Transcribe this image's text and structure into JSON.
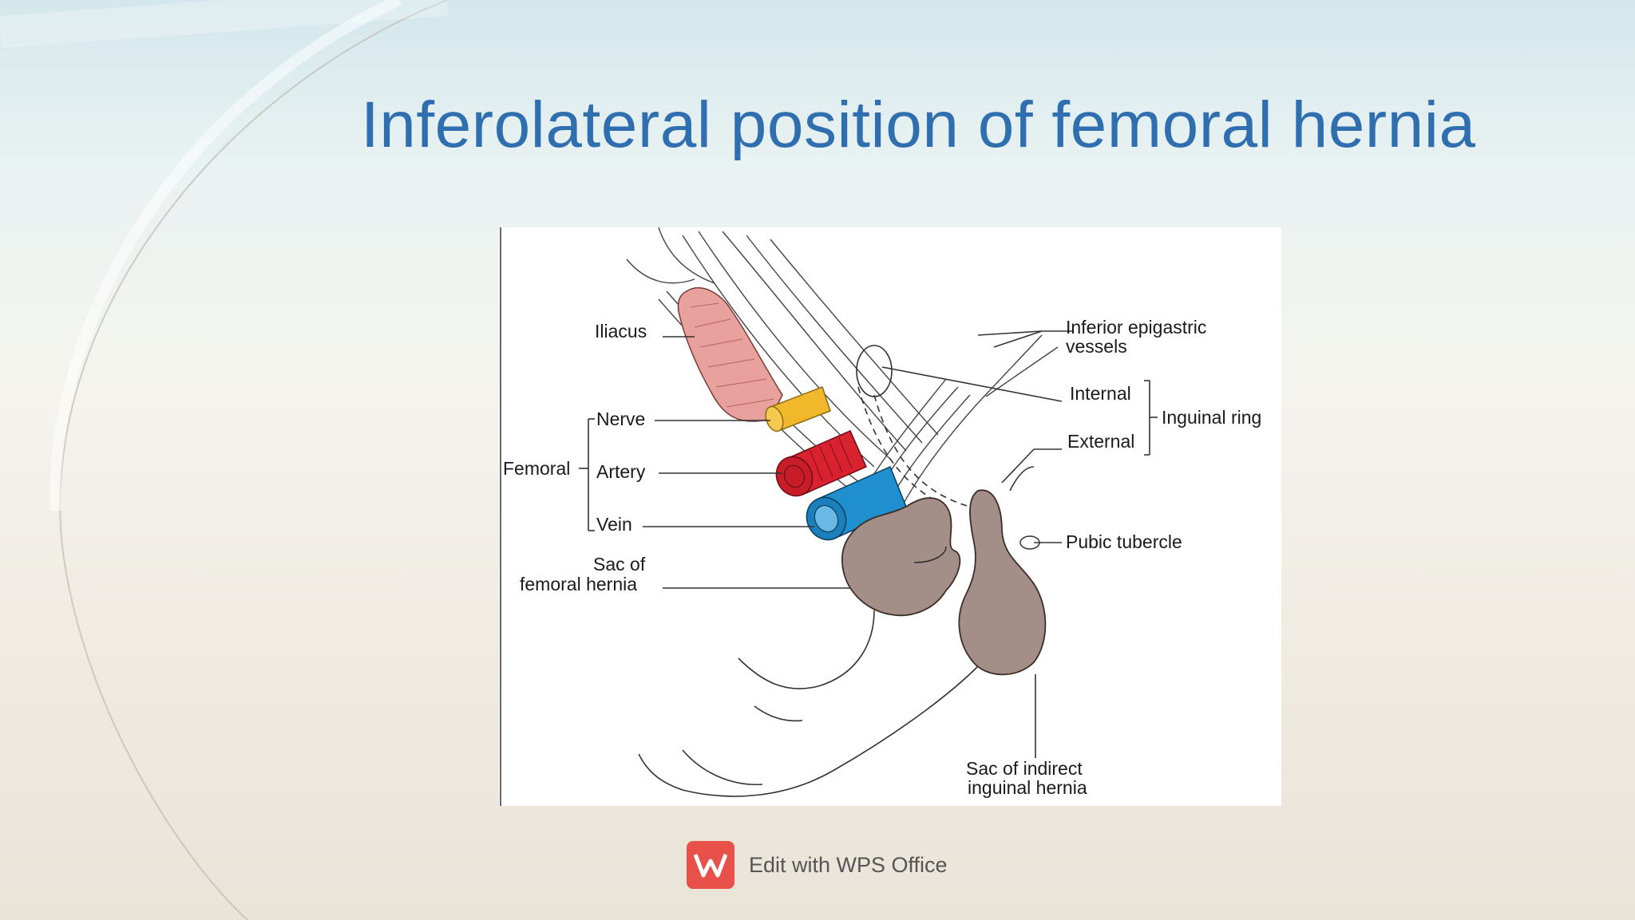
{
  "slide": {
    "title": "Inferolateral position of femoral hernia",
    "watermark": "Edit with WPS Office"
  },
  "diagram": {
    "labels": {
      "iliacus": "Iliacus",
      "nerve": "Nerve",
      "artery": "Artery",
      "vein": "Vein",
      "femoral": "Femoral",
      "sac_femoral_1": "Sac of",
      "sac_femoral_2": "femoral hernia",
      "inf_epi_1": "Inferior epigastric",
      "inf_epi_2": "vessels",
      "internal": "Internal",
      "external": "External",
      "inguinal_ring": "Inguinal ring",
      "pubic_tubercle": "Pubic tubercle",
      "sac_indirect_1": "Sac of indirect",
      "sac_indirect_2": "inguinal hernia"
    },
    "colors": {
      "iliacus": "#e8a19c",
      "nerve": "#f2b82c",
      "artery": "#d9222f",
      "vein": "#1f8fcf",
      "hernia_sac": "#a48f88",
      "title": "#2f6fb0",
      "wps_logo": "#e8514a"
    }
  }
}
